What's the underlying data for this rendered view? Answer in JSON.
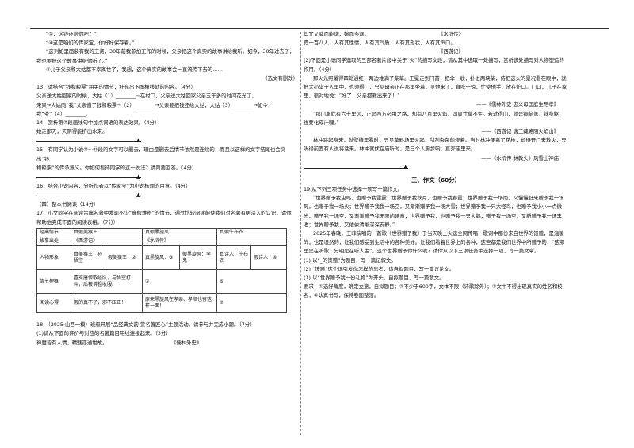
{
  "left": {
    "para_a": "“①，这钱还给你吧？”",
    "para_b": "“④这是咱们的传家宝，你好好保存着。”",
    "para_c": "“这列如里面装有我的工资，30年前我参加工作的时候，父亲把这个真实的故事讲给我听。如今，30年过去了，我也要把这个故事讲给你听了。”",
    "para_d": "④儿子父亲和大姑都不幸离世了，我想，这个真实的故事会一直流传下去的……",
    "source": "（选文有删改）",
    "q13_1": "13．请结合“钱和粮票”相关的情节，补充出下面横线处的内容。（4分）",
    "q13_2": "父亲送大姑回家的时候，大姑（1）________→在村口，父亲送大姑回家父亲五年多的时间花光了，",
    "q13_3": "未果→大姑向“我”父亲借了钱和粮票→（2）________→父亲要把钱还给大姑，大姑（3）________→如今，",
    "q13_4": "我“爷”（4）________。",
    "q14_1": "14．赏析第⑦段画线句中加点词语的表达效果。（4分）",
    "q14_2": "她走那天，天阴得能挤出水来。",
    "q15_1": "15．有同学认为小说⑩～⑪段的文字可以删去，理由是删去后情节依然是连续的，而且以这样的文字结尾也会突出“钱",
    "q15_2": "和粮票”的传承意义。你如何看待同学的这一说法？请简要回答。（4分）",
    "q16_1": "16．结合小说内容，分析作者以“传家宝”为小说标题的用意。（4分）",
    "sec4": "（四）整本书阅读（14分）",
    "q17_1": "17．小文同学在阅读古典名著中发现不少“真假难辨”的情节，通过比较阅读能使我们对名著有更深入的认识，请你",
    "q17_2": "帮助他完成下面的阅读表格。（7分）",
    "q18_1": "18．（2025·山西一模）班级开展“品经典文韵·赏名著匠心”主题活动。请参与并完成小题。（7分）",
    "q18_2": "(1)请从下面的评价与对应的名著篇目用线连接起来。（3分）",
    "q18_3a": "神魔皆有人情，精魅亦通世故。",
    "q18_3b": "《儒林外史》"
  },
  "table": {
    "r1": [
      "经典情节",
      "真假美猴王",
      "真假黑旋风",
      "真假牛布衣"
    ],
    "r2": [
      "故事出处",
      "《西游记》",
      "《水浒传》",
      ""
    ],
    "r3": [
      "人物形象",
      "真美猴王：孙悟空",
      "假美猴王：②",
      "真黑旋风：③",
      "假黑旋风：李鬼",
      "真诗人：牛布衣",
      "假诗人：④"
    ],
    "r4": [
      "情节梗概",
      "冒充唐僧取经队，与悟空打斗，后被佛祖收服。",
      "",
      "⑤",
      "",
      "⑥",
      ""
    ],
    "r5": [
      "阅读心得",
      "假的真不了，邪不压正！",
      "",
      "原来黑旋风在孝亲、孝顺也有这样一面！",
      "",
      "⑦",
      ""
    ]
  },
  "right": {
    "l1": "其文又威而能谐，婉而多讽。",
    "l1s": "《水浒传》",
    "l2": "叙一百八人，人有其性情，人有其气质，人有其形状，人有其声口。",
    "l2s": "《西游记》",
    "l3": "(2)下面是小语同学选取的三部名著片段中关于“火”的描写文段，请从其中选取一处描写，赏析该处描写对人物塑造的作用。（4分）",
    "p1": "那火光照耀得四处通红，两边堆满了柴草。王冕走到门首，把伞一收，扑进两块柴，侍把这火的景况看在眼中，就把大小伞子入里中，也须得门，只见母亲正在那里坐着，见他来了，直吃一惊，忙使他手，放在炉口。门口，儿子在家里，很对地说：“好了！父亲都救出来了！”",
    "p1s": "——《儒林外史·忠义母匡庭生尽孝》",
    "p2": "“那山离此有六十里远，正是西方必由之路，却有八百里火焰，四周寸草不生。若过得山，就是铜脑盖，铁身躯，也要化成汁哩。”",
    "p2s": "——《西游记·唐三藏路阻火焰山》",
    "p3": "林冲跳起身来，就壁缝里看时，只见草料场里火起，刮刮杂杂的烧着。当时林冲便拿了花枪，却待开门来救火，只听得前面有人说将话来。林冲就伏在庙听时，是三个人脚步响，直奔庙里来。",
    "p3s": "——《水浒传·林教头》风雪山神庙",
    "sec3": "三、作文（60分）",
    "q19": "19.从下列三项任务中选择一项写一篇作文。",
    "pm1": "“世界赠予我虫鸣，也赠予我雷霆；世界赠予我秋月，也赠予我春霞；世界赠予我一场雨，又慢慢赶来赠予我一场风，也赠予我一场火；世界赠予我我一场空，又渐渐赠予我一场大雪；世界赠予我一只大怪鸟，也赠予我小小一点微光，赠予我一场空，又渐渐赠予我无限的诗意；世界赠予我，也赠予我一只大鹅；赠予我一场空，又新赠予我一场丰收；世界赠予我，又依依清晰深深安静。”",
    "pm2": "2025年春晚，王菲演唱的一首歌《世界赠予我》于当天晚上火速全网传唱，歌词中那份来自世界的馈赠，是温暖的，也是坦然的，让我们感受到生活中的各种美好。让我们看着世界上的各种，这些都是我们世界中所赠予的，“这哪里是在听歌，分明是在听人生”，这个世界赠予你什么呢？请你从以下三项任务中选择一项，写一篇文章。",
    "t1": "(1) 以“_的馈赠”为题目，写一篇记叙文。",
    "t2": "(2) “馈赠”这个词引发你怎样的思考，请自拟题目，写一篇议论文。",
    "t3": "(3) 以“世界赠予我一份礼物”为开头，自拟题目，写一篇散文。",
    "req": "要求：①选好角度，确定立意，自拟题目；②不少于600字，文体不限（诗歌除外）；③文中不得出现真实的姓名和校名；④认真书写，保持卷面整洁。"
  }
}
